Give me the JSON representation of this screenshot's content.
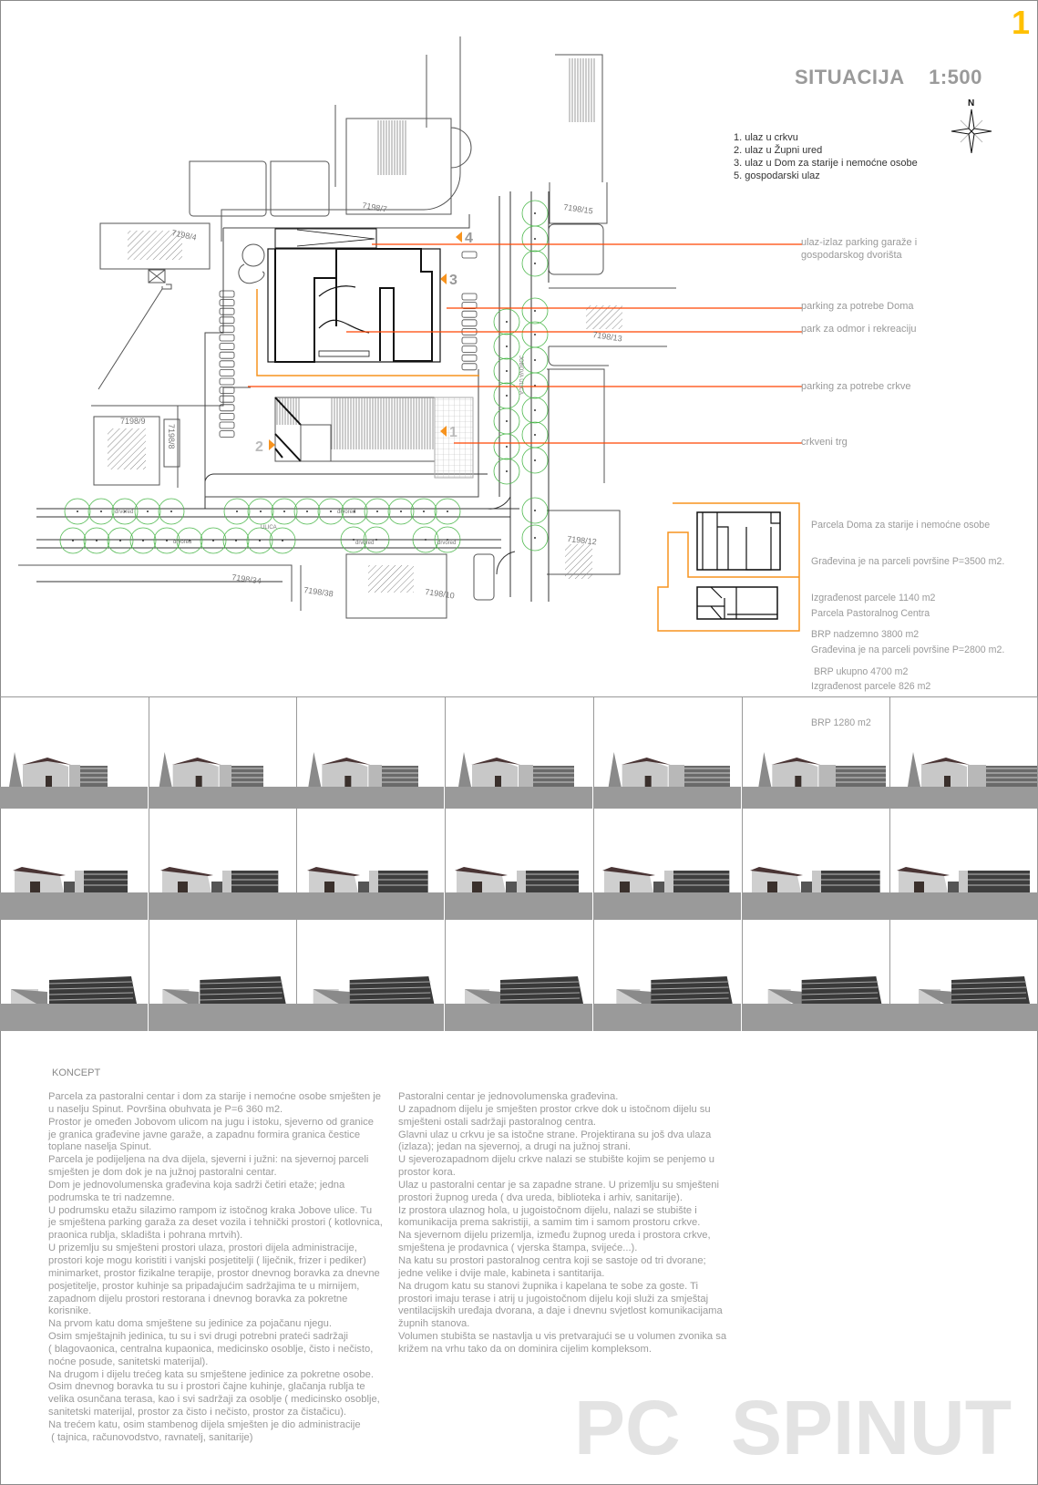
{
  "sheet_number": "1",
  "title": {
    "name": "SITUACIJA",
    "scale": "1:500"
  },
  "compass": {
    "north_label": "N"
  },
  "legend": [
    "1. ulaz u crkvu",
    "2. ulaz u Župni ured",
    "3. ulaz u Dom za starije i nemoćne osobe",
    "5. gospodarski ulaz"
  ],
  "callouts": [
    "ulaz-izlaz parking garaže i",
    "gospodarskog dvorišta",
    "parking za potrebe Doma",
    "park za odmor i rekreaciju",
    "parking za potrebe crkve",
    "crkveni trg"
  ],
  "entrances": [
    "1",
    "2",
    "3",
    "4"
  ],
  "lots": [
    "7198/4",
    "7198/7",
    "7198/15",
    "7198/13",
    "7198/9",
    "7198/8",
    "7198/12",
    "7198/34",
    "7198/38",
    "7198/10"
  ],
  "streets": {
    "main": "ULICA",
    "east": "JOBOVA ULICA",
    "trees": "drvored"
  },
  "parcels": {
    "dom": [
      "Parcela Doma za starije i nemoćne osobe",
      "Građevina je na parceli površine P=3500 m2.",
      "Izgrađenost parcele 1140 m2",
      "BRP nadzemno 3800 m2",
      " BRP ukupno 4700 m2"
    ],
    "pastoral": [
      "Parcela Pastoralnog Centra",
      "Građevina je na parceli površine P=2800 m2.",
      "Izgrađenost parcele 826 m2",
      "BRP 1280 m2"
    ]
  },
  "colors": {
    "accent": "#ff6a00",
    "parcel": "#f7931e",
    "tree": "#4db84d",
    "sheet": "#ffc000",
    "text": "#9a9a9a"
  },
  "concept": {
    "heading": "KONCEPT",
    "col1": [
      "Parcela za pastoralni centar i dom za starije i nemoćne osobe smješten je",
      "u naselju Spinut. Površina obuhvata je P=6 360 m2.",
      "Prostor je omeđen Jobovom ulicom na jugu i istoku, sjeverno od granice",
      "je granica građevine javne garaže, a zapadnu formira granica čestice",
      "toplane naselja Spinut.",
      "Parcela je podijeljena na dva dijela, sjeverni i južni: na sjevernoj parceli",
      "smješten je dom dok je na južnoj pastoralni centar.",
      "Dom je jednovolumenska građevina koja sadrži četiri etaže; jedna",
      "podrumska te tri nadzemne.",
      "U podrumsku etažu silazimo rampom iz istočnog kraka Jobove ulice. Tu",
      "je smještena parking garaža za deset vozila i tehnički prostori ( kotlovnica,",
      "praonica rublja, skladišta i pohrana mrtvih).",
      "U prizemlju su smješteni prostori ulaza, prostori dijela administracije,",
      "prostori koje mogu koristiti i vanjski posjetitelji ( liječnik, frizer i pediker)",
      "minimarket, prostor fizikalne terapije, prostor dnevnog boravka za dnevne",
      "posjetitelje, prostor kuhinje sa pripadajućim sadržajima te u mirnijem,",
      "zapadnom dijelu prostori restorana i dnevnog boravka za pokretne",
      "korisnike.",
      "Na prvom katu doma smještene su jedinice za pojačanu njegu.",
      "Osim smještajnih jedinica, tu su i svi drugi potrebni prateći sadržaji",
      "( blagovaonica, centralna kupaonica, medicinsko osoblje, čisto i nečisto,",
      "noćne posude, sanitetski materijal).",
      "Na drugom i dijelu trećeg kata su smještene jedinice za pokretne osobe.",
      "Osim dnevnog boravka tu su i prostori čajne kuhinje, glačanja rublja te",
      "velika osunčana terasa, kao i svi sadržaji za osoblje ( medicinsko osoblje,",
      "sanitetski materijal, prostor za čisto i nečisto, prostor za čistačicu).",
      "Na trećem katu, osim stambenog dijela smješten je dio administracije",
      " ( tajnica, računovodstvo, ravnatelj, sanitarije)"
    ],
    "col2": [
      "Pastoralni centar je jednovolumenska građevina.",
      "U zapadnom dijelu je smješten prostor crkve dok u istočnom dijelu su",
      "smješteni ostali sadržaji pastoralnog centra.",
      "Glavni ulaz u crkvu je sa istočne strane. Projektirana su još dva ulaza",
      "(izlaza); jedan na sjevernoj, a drugi na južnoj strani.",
      "U sjeverozapadnom dijelu crkve nalazi se stubište kojim se penjemo u",
      "prostor kora.",
      "Ulaz u pastoralni centar je sa zapadne strane. U prizemlju su smješteni",
      "prostori župnog ureda ( dva ureda, biblioteka i arhiv, sanitarije).",
      "Iz prostora ulaznog hola, u jugoistočnom dijelu, nalazi se stubište i",
      "komunikacija prema sakristiji, a samim tim i samom prostoru crkve.",
      "Na sjevernom dijelu prizemlja, između župnog ureda i prostora crkve,",
      "smještena je prodavnica ( vjerska štampa, svijeće...).",
      "Na katu su prostori pastoralnog centra koji se sastoje od tri dvorane;",
      "jedne velike i dvije male, kabineta i santitarija.",
      "Na drugom katu su stanovi župnika i kapelana te sobe za goste. Ti",
      "prostori imaju terase i atrij u jugoistočnom dijelu koji služi za smještaj",
      "ventilacijskih uređaja dvorana, a daje i dnevnu svjetlost komunikacijama",
      "župnih stanova.",
      "Volumen stubišta se nastavlja u vis pretvarajući se u volumen zvonika sa",
      "križem na vrhu tako da on dominira cijelim kompleksom."
    ]
  },
  "project": {
    "prefix": "PC",
    "name": "SPINUT"
  }
}
